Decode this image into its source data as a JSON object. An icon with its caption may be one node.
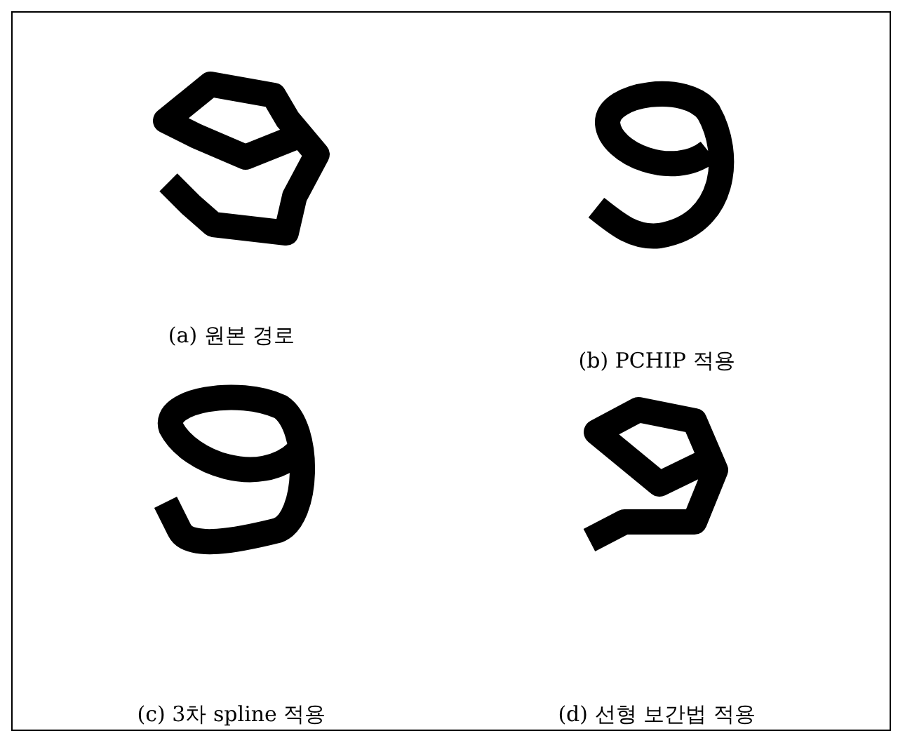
{
  "diagram": {
    "labels": [
      "(a) 원본 경로",
      "(b) PCHIP 적용",
      "(c) 3차 spline 적용",
      "(d) 선형 보간법 적용"
    ]
  }
}
